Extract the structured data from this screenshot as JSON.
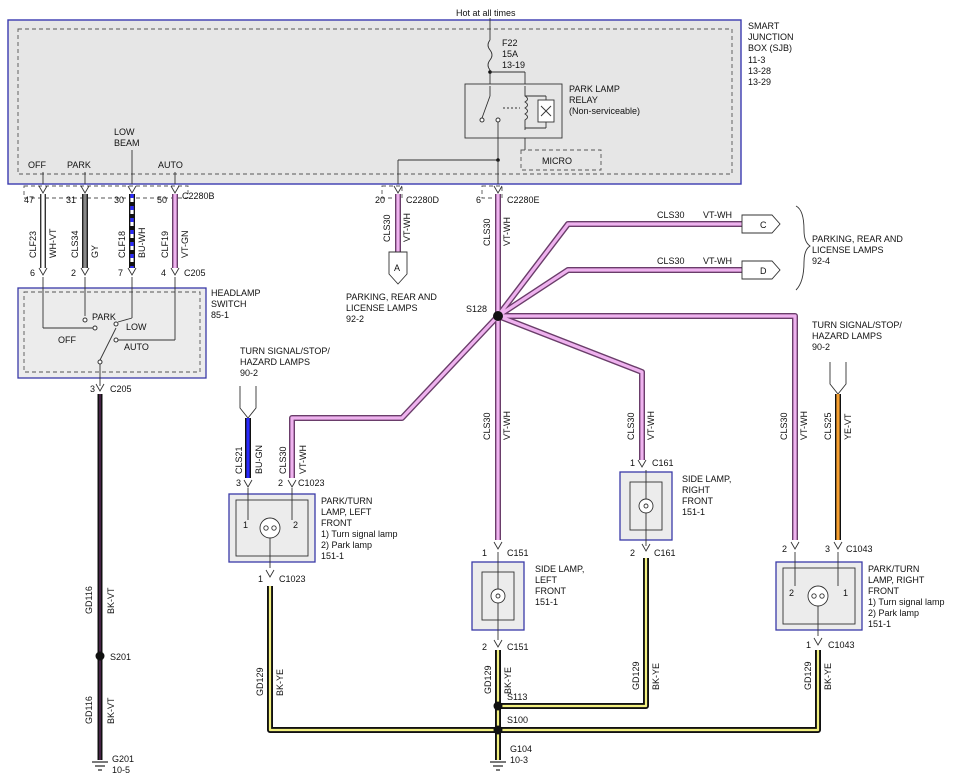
{
  "power": {
    "hot_label": "Hot at all times"
  },
  "sjb": {
    "title_1": "SMART",
    "title_2": "JUNCTION",
    "title_3": "BOX (SJB)",
    "ref_1": "11-3",
    "ref_2": "13-28",
    "ref_3": "13-29",
    "fuse_name": "F22",
    "fuse_rating": "15A",
    "fuse_ref": "13-19",
    "relay_1": "PARK LAMP",
    "relay_2": "RELAY",
    "relay_3": "(Non-serviceable)",
    "micro": "MICRO",
    "low_beam_1": "LOW",
    "low_beam_2": "BEAM",
    "off": "OFF",
    "park": "PARK",
    "auto": "AUTO"
  },
  "connectors": {
    "c2280b": "C2280B",
    "c2280d": "C2280D",
    "c2280e": "C2280E",
    "c205": "C205",
    "c205_b": "C205",
    "c1023_top": "C1023",
    "c1023_bot": "C1023",
    "c151_top": "C151",
    "c151_bot": "C151",
    "c161_top": "C161",
    "c161_bot": "C161",
    "c1043_top": "C1043",
    "c1043_bot": "C1043"
  },
  "pins": {
    "p47": "47",
    "p31": "31",
    "p30": "30",
    "p50": "50",
    "p6": "6",
    "p2": "2",
    "p7": "7",
    "p4": "4",
    "p20": "20",
    "p6e": "6",
    "p3": "3",
    "l3": "3",
    "l2": "2",
    "l1": "1",
    "s151_1": "1",
    "s151_2": "2",
    "s161_1": "1",
    "s161_2": "2",
    "r2": "2",
    "r3": "3",
    "r1": "1"
  },
  "wires": [
    {
      "circuit": "CLF23",
      "color": "WH-VT"
    },
    {
      "circuit": "CLS34",
      "color": "GY"
    },
    {
      "circuit": "CLF18",
      "color": "BU-WH"
    },
    {
      "circuit": "CLF19",
      "color": "VT-GN"
    },
    {
      "circuit": "CLS30",
      "color": "VT-WH"
    },
    {
      "circuit": "CLS30",
      "color": "VT-WH"
    },
    {
      "circuit": "CLS30",
      "color": "VT-WH"
    },
    {
      "circuit": "CLS30",
      "color": "VT-WH"
    },
    {
      "circuit": "CLS21",
      "color": "BU-GN"
    },
    {
      "circuit": "CLS30",
      "color": "VT-WH"
    },
    {
      "circuit": "CLS30",
      "color": "VT-WH"
    },
    {
      "circuit": "CLS30",
      "color": "VT-WH"
    },
    {
      "circuit": "CLS30",
      "color": "VT-WH"
    },
    {
      "circuit": "CLS25",
      "color": "YE-VT"
    },
    {
      "circuit": "GD116",
      "color": "BK-VT"
    },
    {
      "circuit": "GD116",
      "color": "BK-VT"
    },
    {
      "circuit": "GD129",
      "color": "BK-YE"
    },
    {
      "circuit": "GD129",
      "color": "BK-YE"
    },
    {
      "circuit": "GD129",
      "color": "BK-YE"
    },
    {
      "circuit": "GD129",
      "color": "BK-YE"
    }
  ],
  "headlamp_switch": {
    "name_1": "HEADLAMP",
    "name_2": "SWITCH",
    "ref": "85-1",
    "park": "PARK",
    "low": "LOW",
    "off": "OFF",
    "auto": "AUTO"
  },
  "refs": {
    "parking_a_1": "PARKING, REAR AND",
    "parking_a_2": "LICENSE LAMPS",
    "parking_a_3": "92-2",
    "parking_c_1": "PARKING, REAR AND",
    "parking_c_2": "LICENSE LAMPS",
    "parking_c_3": "92-4",
    "turn_l_1": "TURN SIGNAL/STOP/",
    "turn_l_2": "HAZARD LAMPS",
    "turn_l_3": "90-2",
    "turn_r_1": "TURN SIGNAL/STOP/",
    "turn_r_2": "HAZARD LAMPS",
    "turn_r_3": "90-2",
    "tag_a": "A",
    "tag_c": "C",
    "tag_d": "D"
  },
  "splices": {
    "s128": "S128",
    "s201": "S201",
    "s113": "S113",
    "s100": "S100"
  },
  "grounds": {
    "g201": "G201",
    "g201_ref": "10-5",
    "g104": "G104",
    "g104_ref": "10-3"
  },
  "components": {
    "park_left_1": "PARK/TURN",
    "park_left_2": "LAMP, LEFT",
    "park_left_3": "FRONT",
    "park_left_4": "1) Turn signal lamp",
    "park_left_5": "2) Park lamp",
    "park_left_6": "151-1",
    "side_left_1": "SIDE LAMP,",
    "side_left_2": "LEFT",
    "side_left_3": "FRONT",
    "side_left_4": "151-1",
    "side_right_1": "SIDE LAMP,",
    "side_right_2": "RIGHT",
    "side_right_3": "FRONT",
    "side_right_4": "151-1",
    "park_right_1": "PARK/TURN",
    "park_right_2": "LAMP, RIGHT",
    "park_right_3": "FRONT",
    "park_right_4": "1) Turn signal lamp",
    "park_right_5": "2) Park lamp",
    "park_right_6": "151-1",
    "lamp_pin_1": "1",
    "lamp_pin_2": "2"
  }
}
